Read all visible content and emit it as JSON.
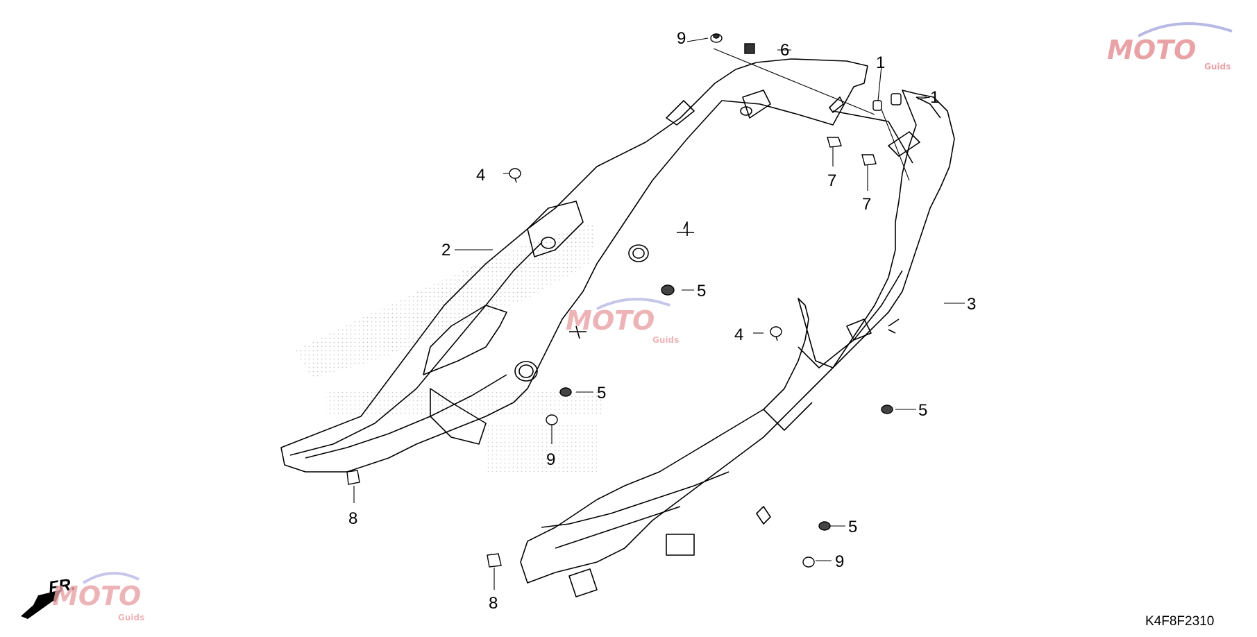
{
  "diagram_code": "K4F8F2310",
  "front_indicator": "FR.",
  "watermark": {
    "brand": "MOTO",
    "sub": "Guids",
    "brand_color": "#e9a2a6",
    "swoosh_color": "#b7b9e4"
  },
  "callouts": {
    "c1a": "1",
    "c1b": "1",
    "c2": "2",
    "c3": "3",
    "c4a": "4",
    "c4b": "4",
    "c5a": "5",
    "c5b": "5",
    "c5c": "5",
    "c5d": "5",
    "c6": "6",
    "c7a": "7",
    "c7b": "7",
    "c8a": "8",
    "c8b": "8",
    "c9a": "9",
    "c9b": "9",
    "c9c": "9"
  },
  "icons": [
    "front-arrow-icon",
    "moto-guids-logo"
  ]
}
